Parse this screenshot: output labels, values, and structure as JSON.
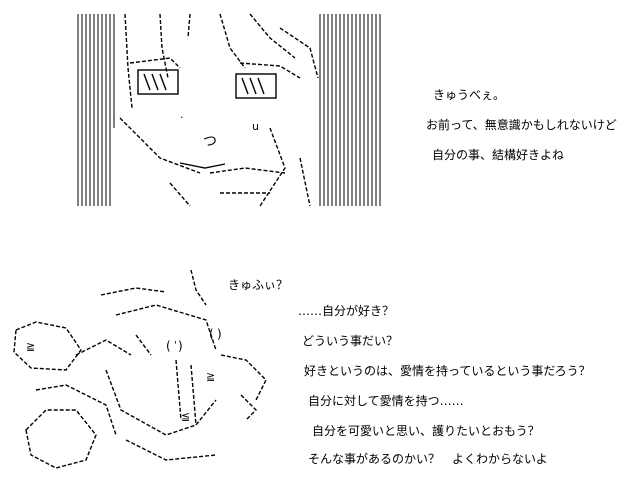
{
  "top_panel": {
    "dialogue": [
      "きゅうべぇ。",
      "お前って、無意識かもしれないけど",
      "自分の事、結構好きよね"
    ]
  },
  "bottom_panel": {
    "dialogue": [
      "きゅふぃ？",
      "……自分が好き？",
      "どういう事だい？",
      "好きというのは、愛情を持っているという事だろう？",
      "自分に対して愛情を持つ……",
      "自分を可愛いと思い、護りたいとおもう？",
      "そんな事があるのかい？　よくわからないよ"
    ]
  },
  "colors": {
    "ink": "#000000",
    "background": "#ffffff"
  }
}
